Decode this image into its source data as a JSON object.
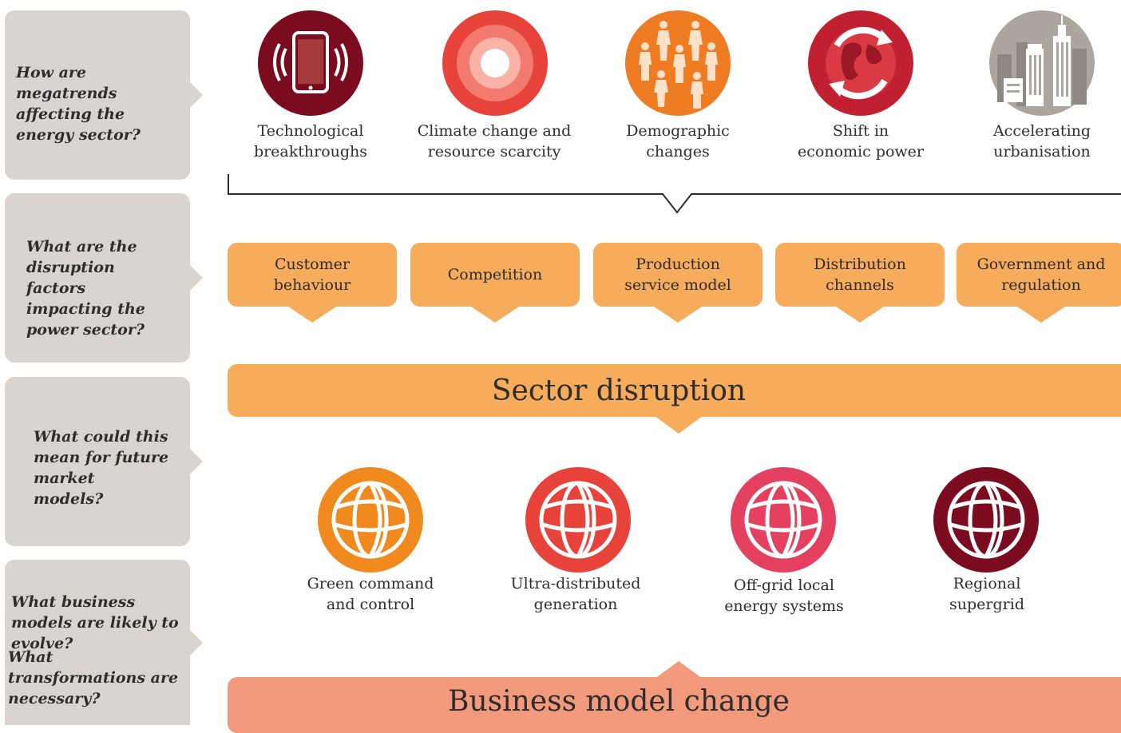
{
  "questions": [
    "How are megatrends affecting the energy sector?",
    "What are the disruption factors impacting the power sector?",
    "What could this mean for future market models?",
    "What business models are likely to evolve?",
    "What transformations are necessary?"
  ],
  "megatrends": [
    {
      "line1": "Technological",
      "line2": "breakthroughs",
      "icon": "tablet-icon",
      "color": "#7b0c1f"
    },
    {
      "line1": "Climate change and",
      "line2": "resource scarcity",
      "icon": "target-icon",
      "color": "#e8433b"
    },
    {
      "line1": "Demographic",
      "line2": "changes",
      "icon": "people-icon",
      "color": "#ef7b22"
    },
    {
      "line1": "Shift in",
      "line2": "economic power",
      "icon": "globe-arrows-icon",
      "color": "#c0202f"
    },
    {
      "line1": "Accelerating",
      "line2": "urbanisation",
      "icon": "city-icon",
      "color": "#aca69f"
    }
  ],
  "factors": [
    {
      "line1": "Customer",
      "line2": "behaviour"
    },
    {
      "line1": "Competition",
      "line2": ""
    },
    {
      "line1": "Production",
      "line2": "service model"
    },
    {
      "line1": "Distribution",
      "line2": "channels"
    },
    {
      "line1": "Government and",
      "line2": "regulation"
    }
  ],
  "sector_disruption": "Sector disruption",
  "models": [
    {
      "line1": "Green command",
      "line2": "and control",
      "icon": "globe-icon",
      "color": "#f08a1e"
    },
    {
      "line1": "Ultra-distributed",
      "line2": "generation",
      "icon": "globe-icon",
      "color": "#e8433b"
    },
    {
      "line1": "Off-grid local",
      "line2": "energy systems",
      "icon": "globe-icon",
      "color": "#e4405f"
    },
    {
      "line1": "Regional",
      "line2": "supergrid",
      "icon": "globe-icon",
      "color": "#7b0c1f"
    }
  ],
  "business_model_change": "Business model change",
  "colors": {
    "factor": "#f6ac5b",
    "business": "#f49a7c",
    "question_bg": "#d9d4d0"
  }
}
